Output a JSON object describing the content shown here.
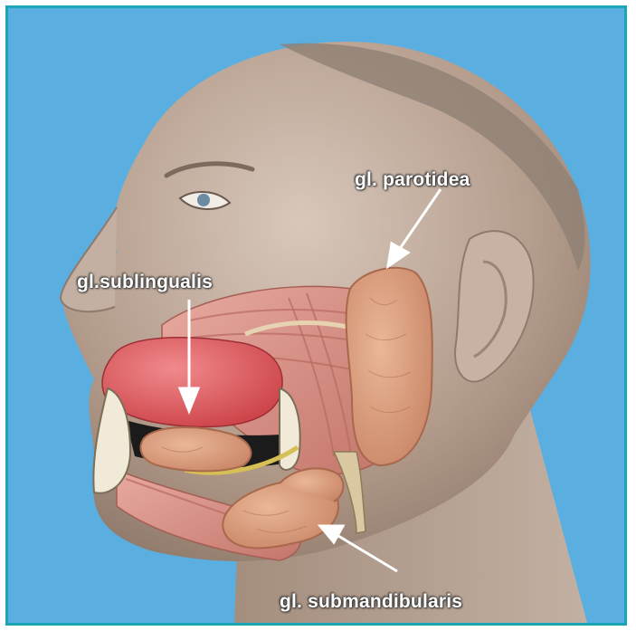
{
  "labels": {
    "parotid": "gl. parotidea",
    "sublingual": "gl.sublingualis",
    "submandibular": "gl. submandibularis"
  },
  "colors": {
    "background": "#5aaee0",
    "frame": "#1aa6b5",
    "skin": "#b9a596",
    "gland": "#d9a083",
    "muscle": "#d8968a",
    "tongue": "#e0535a",
    "nerve": "#e8d37a"
  }
}
